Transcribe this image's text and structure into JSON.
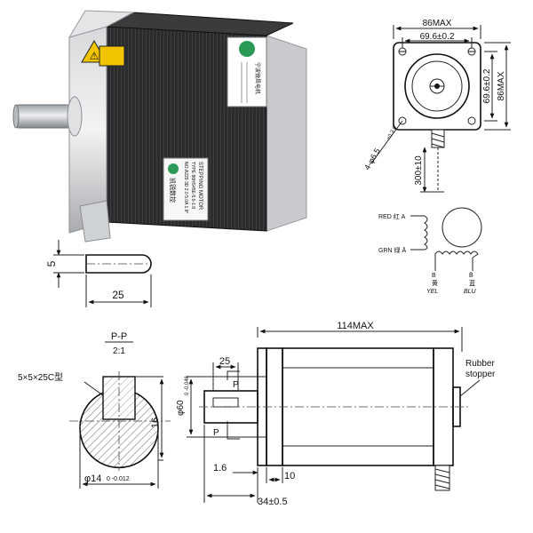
{
  "photo": {
    "warning_label": "⚠",
    "nameplate_brand": "宁波锐昌电机",
    "side_label_title": "STEPPING MOTOR",
    "side_label_type": "TYPE 86HS45E-5.0-1.8",
    "side_label_spec": "NO.A229 3D 2.0  5.0A 1.8°",
    "side_label_logo": "凯锐数控"
  },
  "front_view": {
    "dim_86max_top": "86MAX",
    "dim_69_6_top": "69.6±0.2",
    "dim_69_6_side": "69.6±0.2",
    "dim_86max_side": "86MAX",
    "dim_holes": "4-φ6.5",
    "dim_holes_tol": "+0.3 0",
    "dim_lead": "300±10"
  },
  "wiring": {
    "red_label": "RED 红 A",
    "grn_label": "GRN 绿 Ā",
    "b_yel_top": "B",
    "b_yel_mid": "黄",
    "b_yel_bottom": "YEL",
    "b_blu_top": "B̄",
    "b_blu_mid": "蓝",
    "b_blu_bottom": "BLU"
  },
  "key_detail": {
    "dim_5": "5",
    "dim_25": "25"
  },
  "section_view": {
    "title": "P-P",
    "scale": "2:1",
    "key_label": "5×5×25C型",
    "dim_16": "16",
    "dim_dia14": "φ14",
    "dim_dia14_tol": "0  -0.012"
  },
  "side_view": {
    "dim_114max": "114MAX",
    "dim_25": "25",
    "dim_dia60": "φ60",
    "dim_dia60_tol": "0 -0.046",
    "p_top": "P",
    "p_bottom": "P",
    "dim_1_6": "1.6",
    "dim_10": "10",
    "dim_34": "34±0.5",
    "rubber_stopper": "Rubber\nstopper",
    "rubber_line1": "Rubber",
    "rubber_line2": "stopper"
  }
}
